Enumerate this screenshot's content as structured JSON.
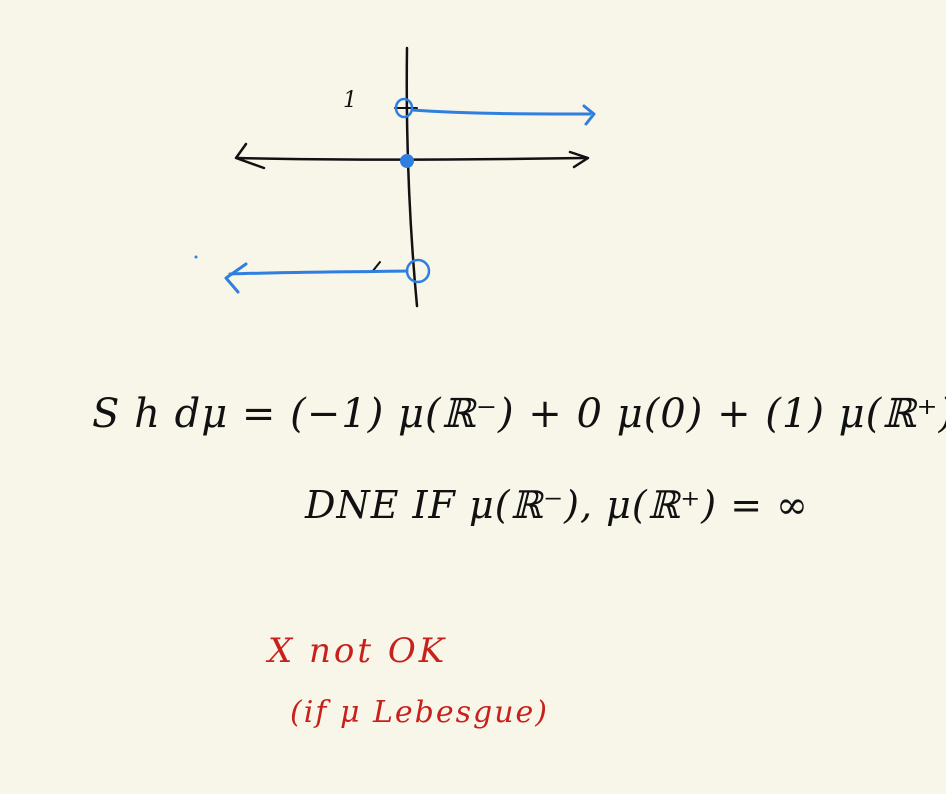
{
  "colors": {
    "background": "#f8f5e9",
    "ink": "#111111",
    "blue": "#2f7fe0",
    "red": "#c8211c"
  },
  "graph": {
    "tick_label_positive": "1"
  },
  "equations": {
    "line1": "S h dμ = (−1) μ(ℝ⁻) + 0 μ(0) + (1) μ(ℝ⁺)",
    "line2": "DNE IF μ(ℝ⁻), μ(ℝ⁺) = ∞"
  },
  "note": {
    "line1": "X not OK",
    "line2": "(if μ Lebesgue)"
  }
}
